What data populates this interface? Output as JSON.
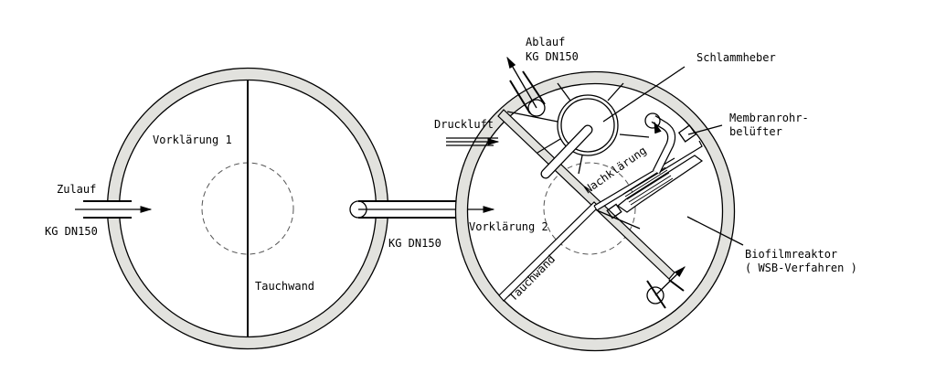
{
  "colors": {
    "wall_fill": "#e2e2de",
    "line": "#000000"
  },
  "tank1": {
    "chamber_label": "Vorklärung 1",
    "baffle_label": "Tauchwand",
    "inlet_label": "Zulauf",
    "inlet_pipe_label": "KG DN150"
  },
  "connection": {
    "pipe_label": "KG DN150"
  },
  "tank2": {
    "chamber_label": "Vorklärung 2",
    "baffle_label": "Tauchwand",
    "secondary_label": "Nachklärung",
    "air_label": "Druckluft",
    "outlet_label": "Ablauf",
    "outlet_pipe_label": "KG DN150",
    "sludge_lift_label": "Schlammheber",
    "aerator_label_1": "Membranrohr-",
    "aerator_label_2": "belüfter",
    "reactor_label_1": "Biofilmreaktor",
    "reactor_label_2": "( WSB-Verfahren )"
  }
}
